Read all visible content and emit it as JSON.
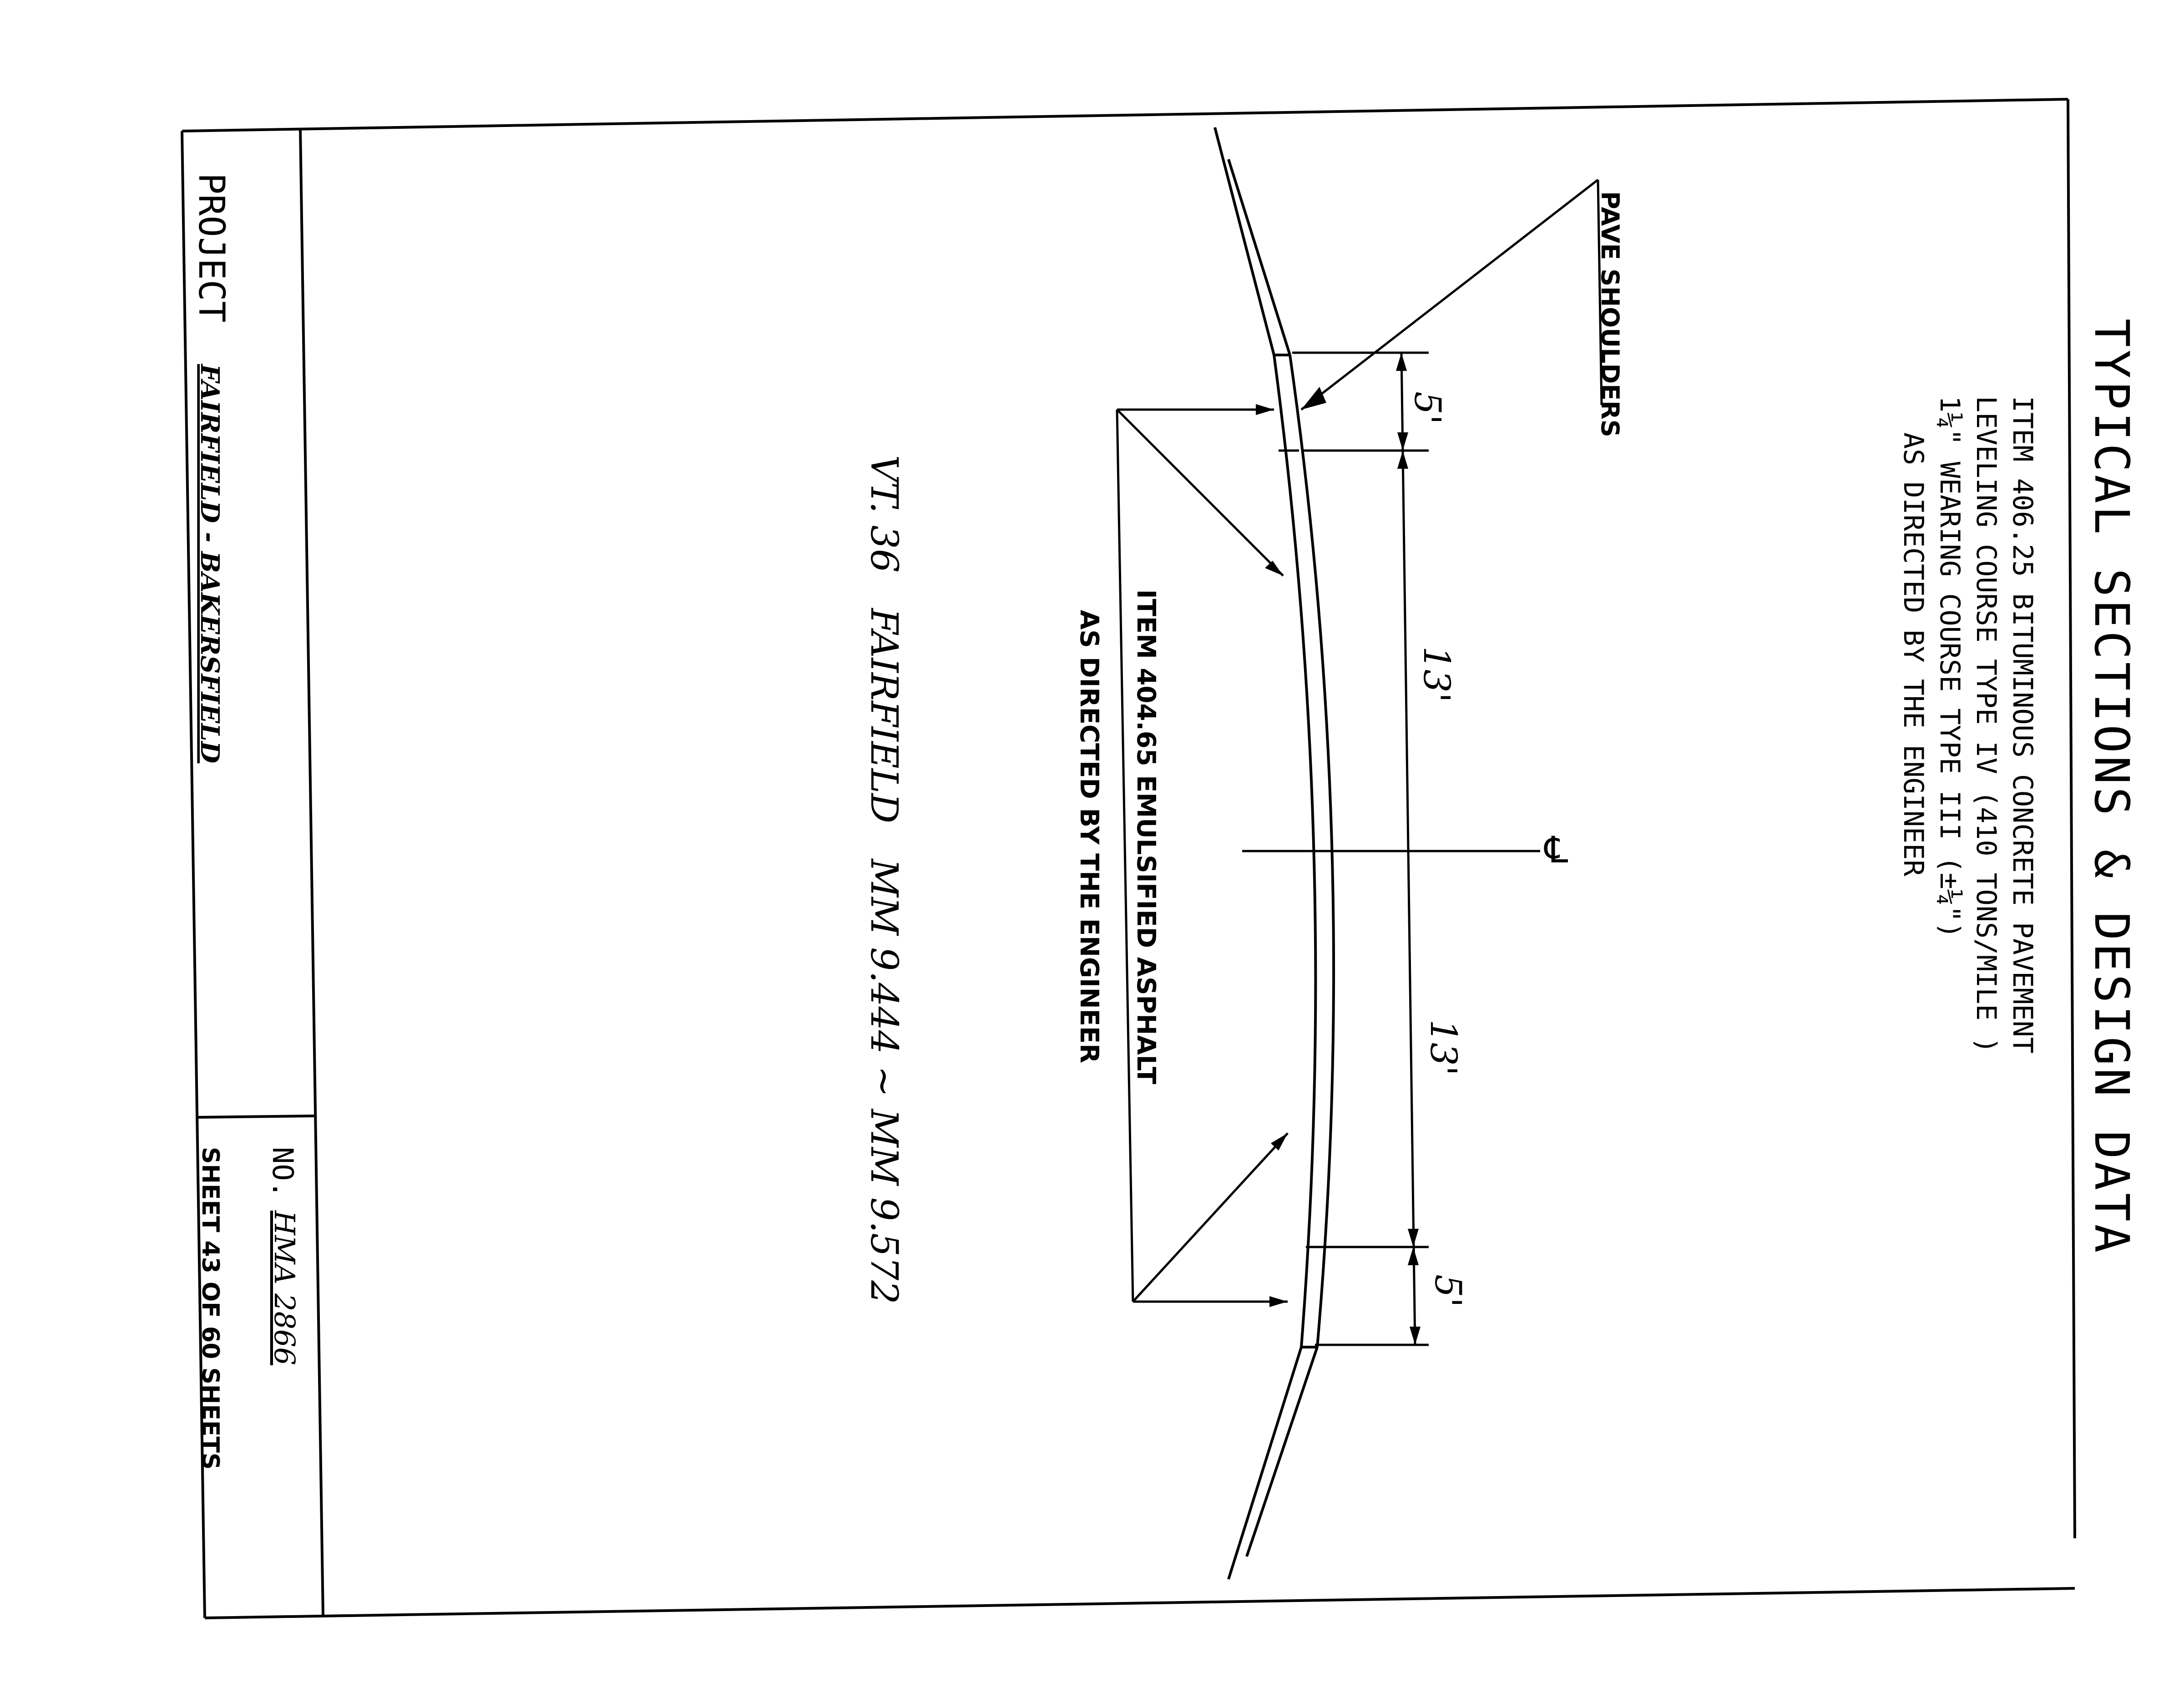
{
  "sheet": {
    "title": "TYPICAL SECTIONS & DESIGN DATA",
    "item_406": {
      "line1": "ITEM 406.25 BITUMINOUS CONCRETE PAVEMENT",
      "line2": "LEVELING COURSE TYPE IV (410 TONS/MILE )",
      "line3": "1¼\" WEARING COURSE TYPE III (±¼\")",
      "line4": "AS DIRECTED BY THE ENGINEER"
    },
    "pave_shoulders": "PAVE SHOULDERS",
    "item_404": {
      "line1": "ITEM 404.65 EMULSIFIED ASPHALT",
      "line2": "AS DIRECTED BY THE ENGINEER"
    },
    "location": "VT. 36   FAIRFIELD   MM 9.444 ~ MM 9.572",
    "centerline_symbol": "℄",
    "dimensions": {
      "shoulder_left": "5'",
      "lane_left": "13'",
      "lane_right": "13'",
      "shoulder_right": "5'"
    }
  },
  "title_block": {
    "project_label": "PROJECT",
    "project_name": "FAIRFIELD - BAKERSFIELD",
    "no_label": "NO.",
    "no_value": "HMA 2866",
    "sheet_count": "SHEET 43 OF 60 SHEETS"
  },
  "colors": {
    "ink": "#000000",
    "paper": "#ffffff"
  }
}
